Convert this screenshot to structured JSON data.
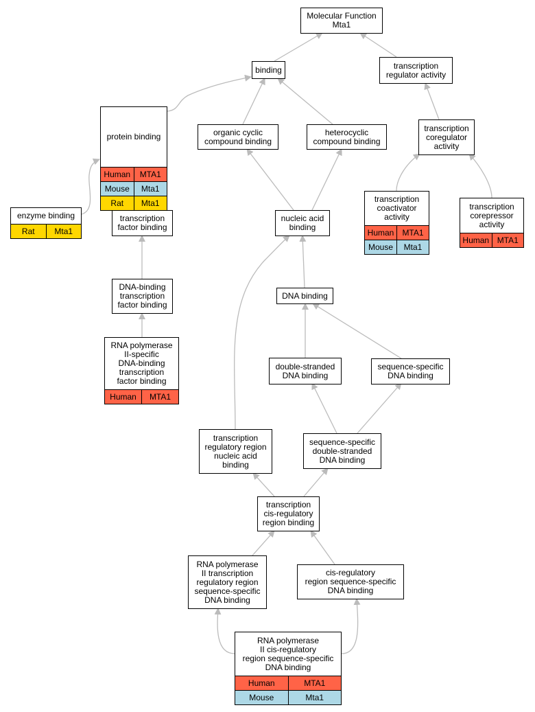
{
  "diagram": {
    "colors": {
      "edge": "#bbbbbb",
      "human": "#ff6347",
      "mouse": "#add8e6",
      "rat": "#ffd700"
    },
    "nodes": [
      {
        "id": "mf",
        "label": "Molecular Function\nMta1",
        "orthologs": []
      },
      {
        "id": "binding",
        "label": "binding",
        "orthologs": []
      },
      {
        "id": "tra",
        "label": "transcription\nregulator activity",
        "orthologs": []
      },
      {
        "id": "pb",
        "label": "protein binding",
        "orthologs": [
          {
            "species": "Human",
            "gene": "MTA1"
          },
          {
            "species": "Mouse",
            "gene": "Mta1"
          },
          {
            "species": "Rat",
            "gene": "Mta1"
          }
        ]
      },
      {
        "id": "occb",
        "label": "organic cyclic\ncompound binding",
        "orthologs": []
      },
      {
        "id": "hcb",
        "label": "heterocyclic\ncompound binding",
        "orthologs": []
      },
      {
        "id": "tcoreg",
        "label": "transcription\ncoregulator\nactivity",
        "orthologs": []
      },
      {
        "id": "eb",
        "label": "enzyme binding",
        "orthologs": [
          {
            "species": "Rat",
            "gene": "Mta1"
          }
        ]
      },
      {
        "id": "tfb",
        "label": "transcription\nfactor binding",
        "orthologs": []
      },
      {
        "id": "nab",
        "label": "nucleic acid\nbinding",
        "orthologs": []
      },
      {
        "id": "tcoact",
        "label": "transcription\ncoactivator\nactivity",
        "orthologs": [
          {
            "species": "Human",
            "gene": "MTA1"
          },
          {
            "species": "Mouse",
            "gene": "Mta1"
          }
        ]
      },
      {
        "id": "tcorep",
        "label": "transcription\ncorepressor\nactivity",
        "orthologs": [
          {
            "species": "Human",
            "gene": "MTA1"
          }
        ]
      },
      {
        "id": "dbtfb",
        "label": "DNA-binding\ntranscription\nfactor binding",
        "orthologs": []
      },
      {
        "id": "dnab",
        "label": "DNA binding",
        "orthologs": []
      },
      {
        "id": "rnap2",
        "label": "RNA polymerase\nII-specific\nDNA-binding\ntranscription\nfactor binding",
        "orthologs": [
          {
            "species": "Human",
            "gene": "MTA1"
          }
        ]
      },
      {
        "id": "dsdna",
        "label": "double-stranded\nDNA binding",
        "orthologs": []
      },
      {
        "id": "ssdna",
        "label": "sequence-specific\nDNA binding",
        "orthologs": []
      },
      {
        "id": "trrnab",
        "label": "transcription\nregulatory region\nnucleic acid\nbinding",
        "orthologs": []
      },
      {
        "id": "ssdsdna",
        "label": "sequence-specific\ndouble-stranded\nDNA binding",
        "orthologs": []
      },
      {
        "id": "tcrrb",
        "label": "transcription\ncis-regulatory\nregion binding",
        "orthologs": []
      },
      {
        "id": "rnap2trr",
        "label": "RNA polymerase\nII transcription\nregulatory region\nsequence-specific\nDNA binding",
        "orthologs": []
      },
      {
        "id": "crrssdb",
        "label": "cis-regulatory\nregion sequence-specific\nDNA binding",
        "orthologs": []
      },
      {
        "id": "rnap2crr",
        "label": "RNA polymerase\nII cis-regulatory\nregion sequence-specific\nDNA binding",
        "orthologs": [
          {
            "species": "Human",
            "gene": "MTA1"
          },
          {
            "species": "Mouse",
            "gene": "Mta1"
          }
        ]
      }
    ],
    "edges": [
      {
        "from": "binding",
        "to": "mf"
      },
      {
        "from": "tra",
        "to": "mf"
      },
      {
        "from": "pb",
        "to": "binding"
      },
      {
        "from": "occb",
        "to": "binding"
      },
      {
        "from": "hcb",
        "to": "binding"
      },
      {
        "from": "tcoreg",
        "to": "tra"
      },
      {
        "from": "eb",
        "to": "pb"
      },
      {
        "from": "tfb",
        "to": "pb"
      },
      {
        "from": "nab",
        "to": "occb"
      },
      {
        "from": "nab",
        "to": "hcb"
      },
      {
        "from": "tcoact",
        "to": "tcoreg"
      },
      {
        "from": "tcorep",
        "to": "tcoreg"
      },
      {
        "from": "dbtfb",
        "to": "tfb"
      },
      {
        "from": "dnab",
        "to": "nab"
      },
      {
        "from": "trrnab",
        "to": "nab"
      },
      {
        "from": "rnap2",
        "to": "dbtfb"
      },
      {
        "from": "dsdna",
        "to": "dnab"
      },
      {
        "from": "ssdna",
        "to": "dnab"
      },
      {
        "from": "ssdsdna",
        "to": "dsdna"
      },
      {
        "from": "ssdsdna",
        "to": "ssdna"
      },
      {
        "from": "tcrrb",
        "to": "trrnab"
      },
      {
        "from": "tcrrb",
        "to": "ssdsdna"
      },
      {
        "from": "rnap2trr",
        "to": "tcrrb"
      },
      {
        "from": "crrssdb",
        "to": "tcrrb"
      },
      {
        "from": "rnap2crr",
        "to": "rnap2trr"
      },
      {
        "from": "rnap2crr",
        "to": "crrssdb"
      }
    ]
  }
}
